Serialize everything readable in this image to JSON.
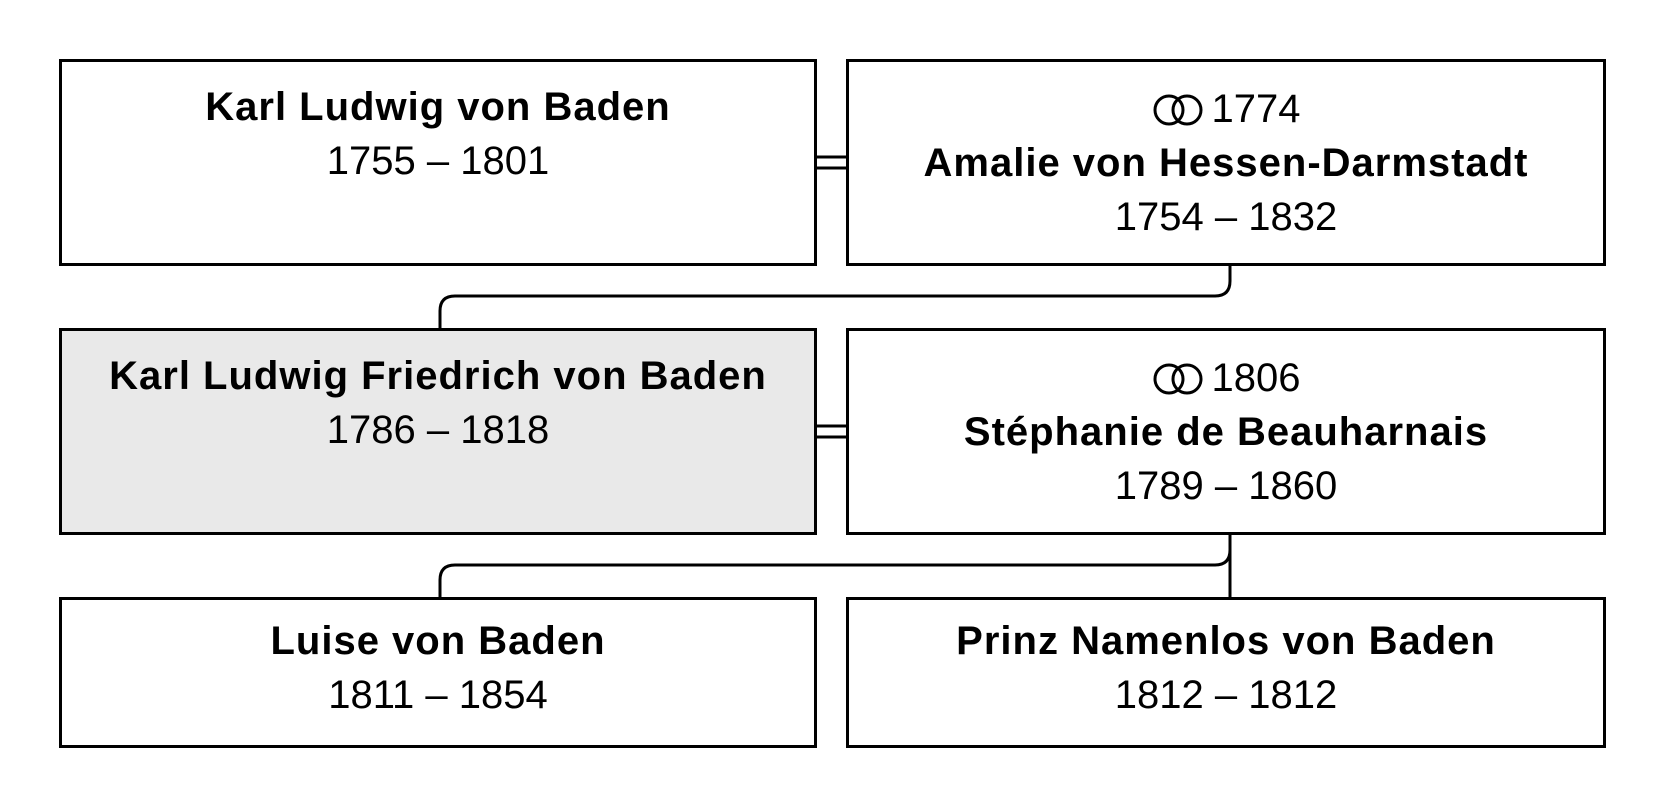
{
  "tree": {
    "generations": [
      {
        "person": {
          "name": "Karl Ludwig von Baden",
          "dates": "1755 – 1801"
        },
        "spouse": {
          "marriage_year": "1774",
          "name": "Amalie von Hessen-Darmstadt",
          "dates": "1754 – 1832"
        }
      },
      {
        "person": {
          "name": "Karl Ludwig Friedrich von Baden",
          "dates": "1786 – 1818",
          "highlighted": true
        },
        "spouse": {
          "marriage_year": "1806",
          "name": "Stéphanie de Beauharnais",
          "dates": "1789 – 1860"
        }
      }
    ],
    "children": [
      {
        "name": "Luise von Baden",
        "dates": "1811 – 1854"
      },
      {
        "name": "Prinz Namenlos von Baden",
        "dates": "1812 – 1812"
      }
    ]
  },
  "icons": {
    "marriage": "marriage-rings-icon"
  },
  "colors": {
    "border": "#000000",
    "highlight": "#e9e9e9",
    "background": "#ffffff"
  }
}
